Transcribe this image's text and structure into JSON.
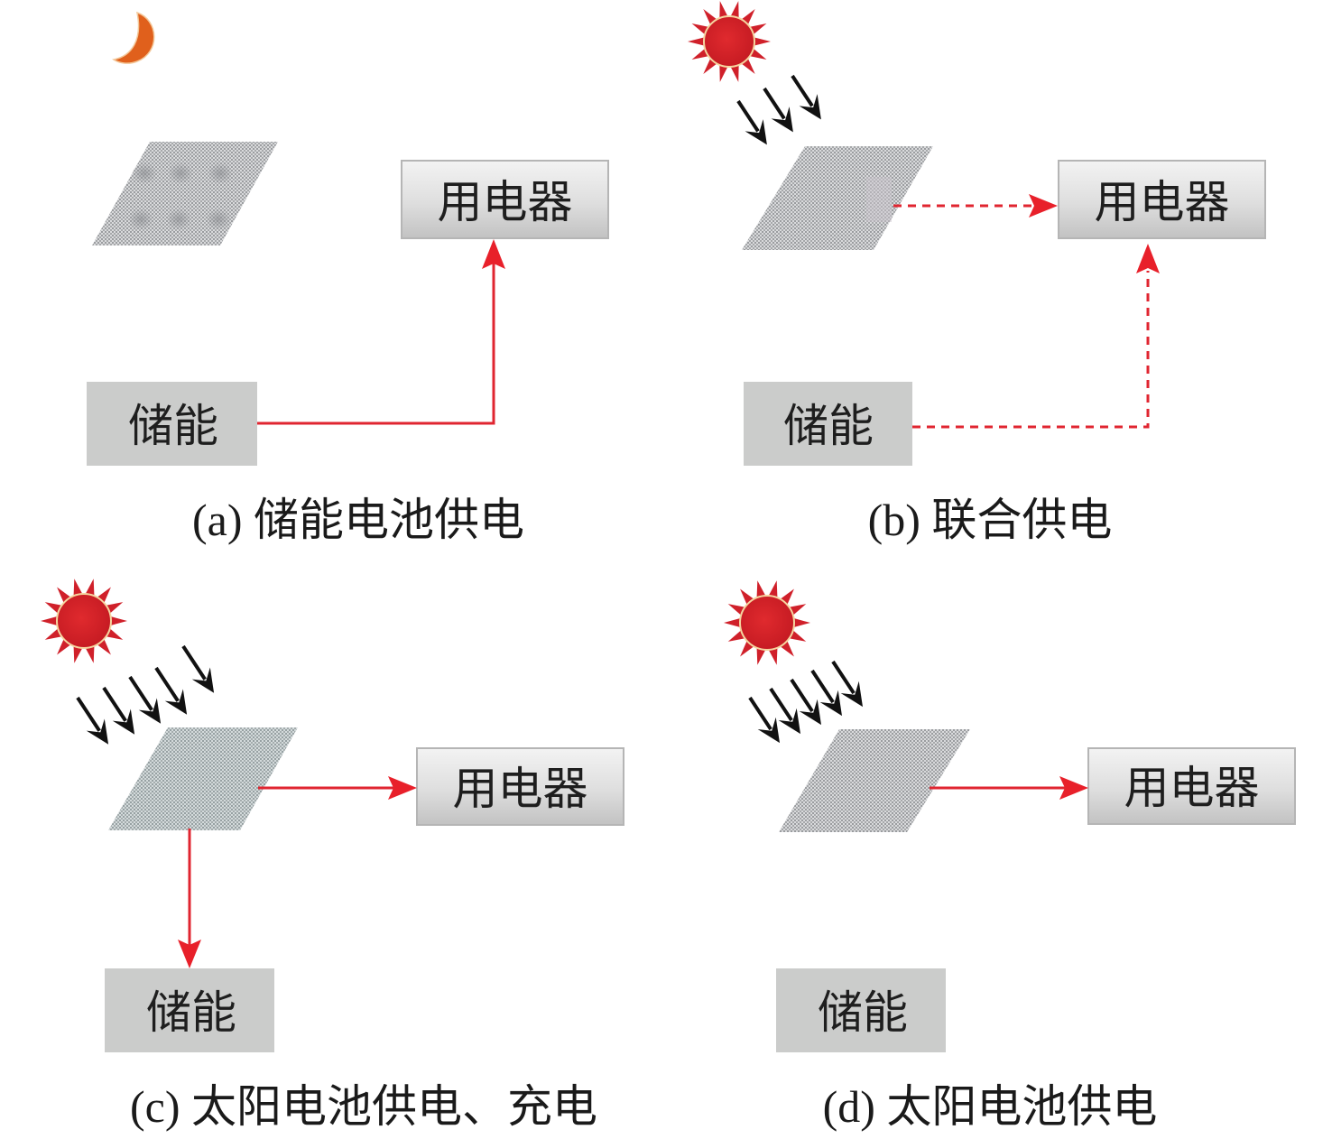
{
  "figure": {
    "panels": [
      {
        "id": "a",
        "caption": "(a) 储能电池供电",
        "condition": "night",
        "sky_icon": "moon-icon",
        "sunlight_rays": 0,
        "load_label": "用电器",
        "storage_label": "储能",
        "flows": [
          {
            "from": "storage",
            "to": "load",
            "style": "solid"
          }
        ]
      },
      {
        "id": "b",
        "caption": "(b) 联合供电",
        "condition": "day",
        "sky_icon": "sun-icon",
        "sunlight_rays": 3,
        "load_label": "用电器",
        "storage_label": "储能",
        "flows": [
          {
            "from": "solar-panel",
            "to": "load",
            "style": "dashed"
          },
          {
            "from": "storage",
            "to": "load",
            "style": "dashed"
          }
        ]
      },
      {
        "id": "c",
        "caption": "(c) 太阳电池供电、充电",
        "condition": "day",
        "sky_icon": "sun-icon",
        "sunlight_rays": 5,
        "load_label": "用电器",
        "storage_label": "储能",
        "flows": [
          {
            "from": "solar-panel",
            "to": "load",
            "style": "solid"
          },
          {
            "from": "solar-panel",
            "to": "storage",
            "style": "solid"
          }
        ]
      },
      {
        "id": "d",
        "caption": "(d) 太阳电池供电",
        "condition": "day",
        "sky_icon": "sun-icon",
        "sunlight_rays": 5,
        "load_label": "用电器",
        "storage_label": "储能",
        "flows": [
          {
            "from": "solar-panel",
            "to": "load",
            "style": "solid"
          }
        ]
      }
    ],
    "colors": {
      "flow_arrow": "#e02530",
      "storage_box": "#cbcccb",
      "load_box_top": "#f2f2f2",
      "load_box_bottom": "#c4c4c4",
      "sun": "#d8232a",
      "moon": "#e0601c",
      "panel": "#b9bbbd"
    }
  }
}
